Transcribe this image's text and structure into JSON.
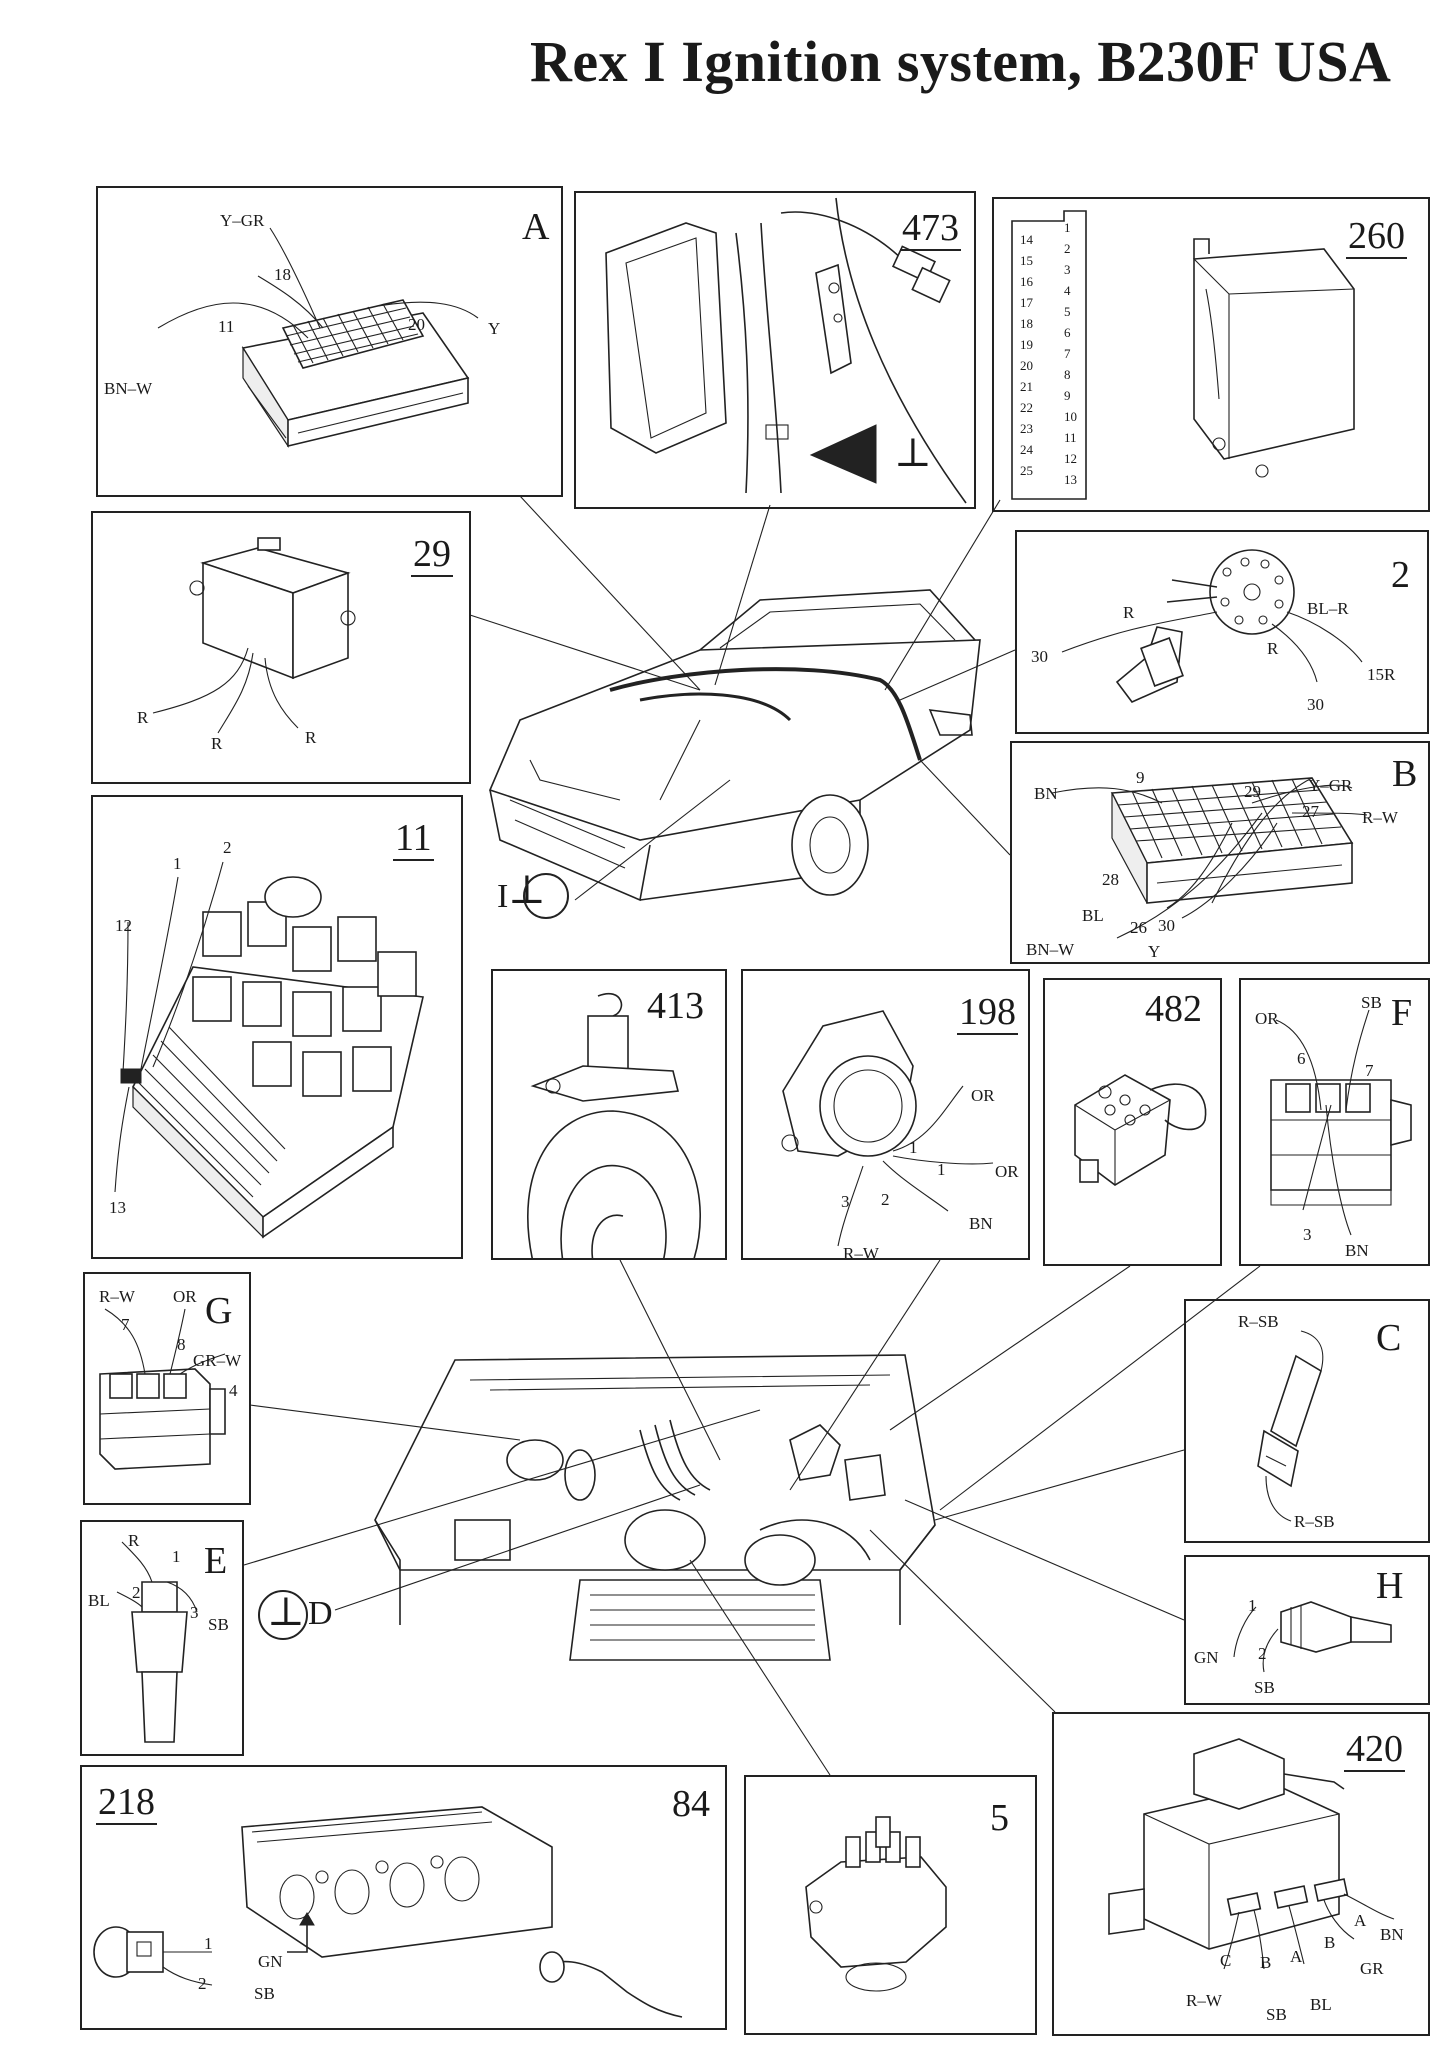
{
  "title": "Rex I Ignition system, B230F USA",
  "panels": {
    "A": {
      "id": "A",
      "labels": {
        "y_gr": "Y–GR",
        "n18": "18",
        "n11": "11",
        "n20": "20",
        "y": "Y",
        "bn_w": "BN–W"
      }
    },
    "p473": {
      "id": "473"
    },
    "p260": {
      "id": "260",
      "pins_left": [
        "14",
        "15",
        "16",
        "17",
        "18",
        "19",
        "20",
        "21",
        "22",
        "23",
        "24",
        "25"
      ],
      "pins_right": [
        "1",
        "2",
        "3",
        "4",
        "5",
        "6",
        "7",
        "8",
        "9",
        "10",
        "11",
        "12",
        "13"
      ]
    },
    "p29": {
      "id": "29",
      "labels": {
        "r1": "R",
        "r2": "R",
        "r3": "R"
      }
    },
    "p2": {
      "id": "2",
      "labels": {
        "r": "R",
        "bl_r": "BL–R",
        "n30a": "30",
        "r2": "R",
        "n15r": "15R",
        "n30b": "30"
      }
    },
    "B": {
      "id": "B",
      "labels": {
        "bn": "BN",
        "n9": "9",
        "n29": "29",
        "y_gr": "Y–GR",
        "n27": "27",
        "r_w": "R–W",
        "n28": "28",
        "bl": "BL",
        "n26": "26",
        "n30": "30",
        "bn_w": "BN–W",
        "y": "Y"
      }
    },
    "p11": {
      "id": "11",
      "labels": {
        "n1": "1",
        "n2": "2",
        "n12": "12",
        "n13": "13"
      }
    },
    "p413": {
      "id": "413"
    },
    "p198": {
      "id": "198",
      "labels": {
        "or1": "OR",
        "n1a": "1",
        "n1b": "1",
        "or2": "OR",
        "n3": "3",
        "n2": "2",
        "bn": "BN",
        "r_w": "R–W"
      }
    },
    "p482": {
      "id": "482"
    },
    "F": {
      "id": "F",
      "labels": {
        "or": "OR",
        "sb": "SB",
        "n6": "6",
        "n7": "7",
        "n3": "3",
        "bn": "BN"
      }
    },
    "G": {
      "id": "G",
      "labels": {
        "r_w": "R–W",
        "or": "OR",
        "n7": "7",
        "n8": "8",
        "gr_w": "GR–W",
        "n4": "4"
      }
    },
    "E": {
      "id": "E",
      "labels": {
        "r": "R",
        "n1": "1",
        "bl": "BL",
        "n2": "2",
        "n3": "3",
        "sb": "SB"
      }
    },
    "C": {
      "id": "C",
      "labels": {
        "r_sb1": "R–SB",
        "r_sb2": "R–SB"
      }
    },
    "H": {
      "id": "H",
      "labels": {
        "n1": "1",
        "gn": "GN",
        "n2": "2",
        "sb": "SB"
      }
    },
    "p218": {
      "id": "218",
      "id2": "84",
      "labels": {
        "n1": "1",
        "gn": "GN",
        "n2": "2",
        "sb": "SB"
      }
    },
    "p5": {
      "id": "5"
    },
    "p420": {
      "id": "420",
      "labels": {
        "a1": "A",
        "bn": "BN",
        "b1": "B",
        "gr": "GR",
        "c": "C",
        "b2": "B",
        "a2": "A",
        "r_w": "R–W",
        "sb": "SB",
        "bl": "BL"
      }
    }
  },
  "ground_labels": {
    "i": "I",
    "d": "D"
  }
}
